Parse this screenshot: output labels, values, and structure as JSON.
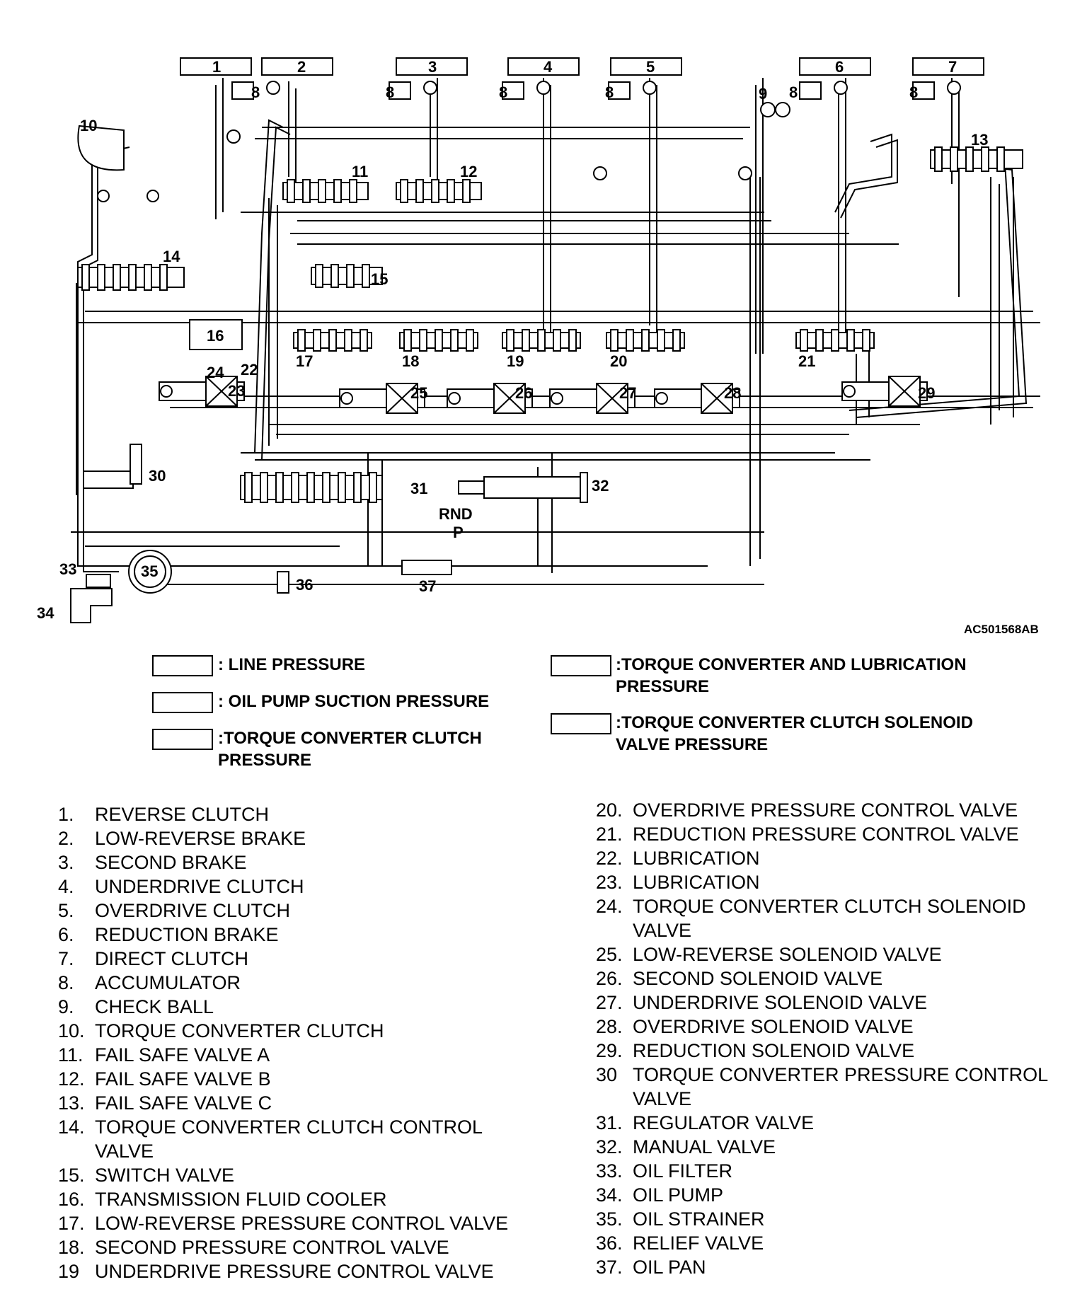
{
  "diagram_code": "AC501568AB",
  "callouts": [
    "1",
    "2",
    "3",
    "4",
    "5",
    "6",
    "7",
    "8",
    "9",
    "10",
    "11",
    "12",
    "13",
    "14",
    "15",
    "16",
    "17",
    "18",
    "19",
    "20",
    "21",
    "22",
    "23",
    "24",
    "25",
    "26",
    "27",
    "28",
    "29",
    "30",
    "31",
    "32",
    "33",
    "34",
    "35",
    "36",
    "37"
  ],
  "manual_positions": {
    "top": "RND",
    "bottom": "P"
  },
  "legend": [
    {
      "key": "line",
      "label": ": LINE PRESSURE"
    },
    {
      "key": "suction",
      "label": ": OIL PUMP SUCTION PRESSURE"
    },
    {
      "key": "tcc",
      "label": ":TORQUE CONVERTER CLUTCH PRESSURE"
    },
    {
      "key": "lube",
      "label": ":TORQUE CONVERTER AND LUBRICATION PRESSURE"
    },
    {
      "key": "tccsol",
      "label": ":TORQUE CONVERTER CLUTCH SOLENOID VALVE PRESSURE"
    }
  ],
  "parts_left": [
    {
      "n": "1.",
      "t": "REVERSE CLUTCH"
    },
    {
      "n": "2.",
      "t": "LOW-REVERSE BRAKE"
    },
    {
      "n": "3.",
      "t": "SECOND BRAKE"
    },
    {
      "n": "4.",
      "t": "UNDERDRIVE CLUTCH"
    },
    {
      "n": "5.",
      "t": "OVERDRIVE CLUTCH"
    },
    {
      "n": "6.",
      "t": "REDUCTION BRAKE"
    },
    {
      "n": "7.",
      "t": "DIRECT CLUTCH"
    },
    {
      "n": "8.",
      "t": "ACCUMULATOR"
    },
    {
      "n": "9.",
      "t": "CHECK BALL"
    },
    {
      "n": "10.",
      "t": "TORQUE CONVERTER CLUTCH"
    },
    {
      "n": "11.",
      "t": "FAIL SAFE VALVE A"
    },
    {
      "n": "12.",
      "t": "FAIL SAFE VALVE B"
    },
    {
      "n": "13.",
      "t": "FAIL SAFE VALVE C"
    },
    {
      "n": "14.",
      "t": "TORQUE CONVERTER CLUTCH CONTROL VALVE"
    },
    {
      "n": "15.",
      "t": "SWITCH VALVE"
    },
    {
      "n": "16.",
      "t": "TRANSMISSION FLUID COOLER"
    },
    {
      "n": "17.",
      "t": "LOW-REVERSE PRESSURE CONTROL VALVE"
    },
    {
      "n": "18.",
      "t": "SECOND PRESSURE CONTROL VALVE"
    },
    {
      "n": "19",
      "t": "UNDERDRIVE PRESSURE CONTROL VALVE"
    }
  ],
  "parts_right": [
    {
      "n": "20.",
      "t": "OVERDRIVE PRESSURE CONTROL VALVE"
    },
    {
      "n": "21.",
      "t": "REDUCTION PRESSURE CONTROL VALVE"
    },
    {
      "n": "22.",
      "t": "LUBRICATION"
    },
    {
      "n": "23.",
      "t": "LUBRICATION"
    },
    {
      "n": "24.",
      "t": "TORQUE CONVERTER CLUTCH SOLENOID VALVE"
    },
    {
      "n": "25.",
      "t": "LOW-REVERSE SOLENOID VALVE"
    },
    {
      "n": "26.",
      "t": "SECOND SOLENOID VALVE"
    },
    {
      "n": "27.",
      "t": "UNDERDRIVE SOLENOID VALVE"
    },
    {
      "n": "28.",
      "t": "OVERDRIVE SOLENOID VALVE"
    },
    {
      "n": "29.",
      "t": "REDUCTION SOLENOID VALVE"
    },
    {
      "n": "30",
      "t": "TORQUE CONVERTER PRESSURE CONTROL VALVE"
    },
    {
      "n": "31.",
      "t": "REGULATOR VALVE"
    },
    {
      "n": "32.",
      "t": "MANUAL VALVE"
    },
    {
      "n": "33.",
      "t": "OIL FILTER"
    },
    {
      "n": "34.",
      "t": "OIL PUMP"
    },
    {
      "n": "35.",
      "t": "OIL STRAINER"
    },
    {
      "n": "36.",
      "t": "RELIEF VALVE"
    },
    {
      "n": "37.",
      "t": "OIL PAN"
    }
  ]
}
